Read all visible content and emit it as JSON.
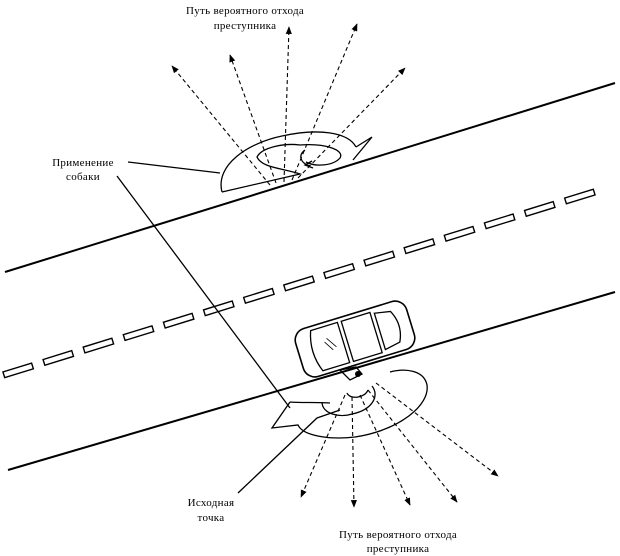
{
  "labels": {
    "top_path_line1": "Путь вероятного отхода",
    "top_path_line2": "преступника",
    "dog_line1": "Применение",
    "dog_line2": "собаки",
    "start_line1": "Исходная",
    "start_line2": "точка",
    "bottom_path_line1": "Путь вероятного отхода",
    "bottom_path_line2": "преступника"
  }
}
